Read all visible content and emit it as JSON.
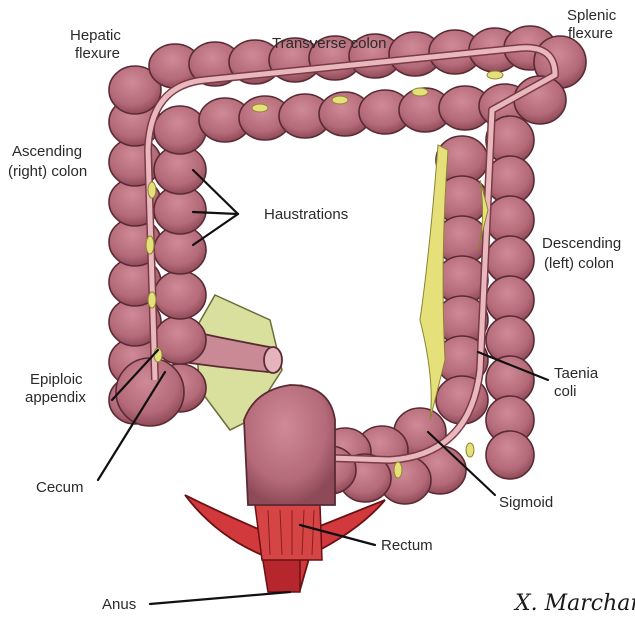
{
  "figure": {
    "labels": {
      "hepatic_flexure": [
        "Hepatic",
        "flexure"
      ],
      "transverse_colon": "Transverse colon",
      "splenic_flexure": [
        "Splenic",
        "flexure"
      ],
      "ascending_colon": [
        "Ascending",
        "(right) colon"
      ],
      "haustrations": "Haustrations",
      "descending_colon": [
        "Descending",
        "(left) colon"
      ],
      "epiploic_appendix": [
        "Epiploic",
        "appendix"
      ],
      "taenia_coli": [
        "Taenia",
        "coli"
      ],
      "cecum": "Cecum",
      "sigmoid": "Sigmoid",
      "rectum": "Rectum",
      "anus": "Anus"
    },
    "signature": "X. Marchand"
  },
  "colors": {
    "colon_fill": "#b9707d",
    "colon_dark": "#7f3f4d",
    "taenia": "#e8b8bd",
    "fat": "#e6e07a",
    "mesentery": "#d9df9c",
    "rectum_red": "#d2393c",
    "anus_red": "#b5272c"
  }
}
